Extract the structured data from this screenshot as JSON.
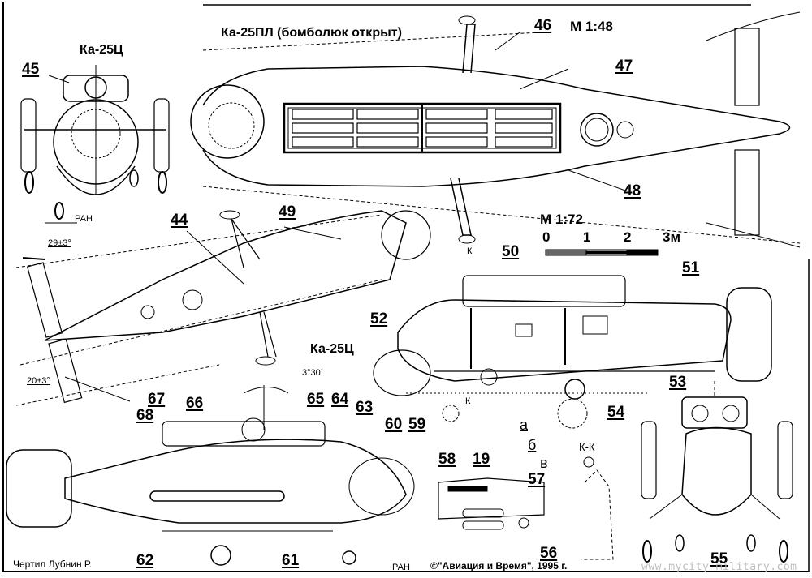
{
  "drawing": {
    "titles": {
      "main_top": "Ка-25ПЛ (бомболюк открыт)",
      "front_view_left": "Ка-25Ц",
      "plan_view_middle": "Ка-25Ц"
    },
    "scales": {
      "top_scale": "М 1:48",
      "bar_scale": "М 1:72",
      "bar_ticks": [
        "0",
        "1",
        "2",
        "3м"
      ]
    },
    "angles": {
      "upper_tail": "29±3°",
      "lower_tail": "20±3°",
      "rotor": "3°30´"
    },
    "section_marks": {
      "k_top": "К",
      "k_bottom": "К",
      "section_kk": "К-К",
      "pah_1": "РАН",
      "pah_2": "РАН"
    },
    "callouts": [
      "44",
      "45",
      "46",
      "47",
      "48",
      "49",
      "50",
      "51",
      "52",
      "53",
      "54",
      "55",
      "56",
      "57",
      "58",
      "19",
      "59",
      "60",
      "61",
      "62",
      "63",
      "64",
      "65",
      "66",
      "67",
      "68"
    ],
    "letters": [
      "а",
      "б",
      "в"
    ],
    "author": "Чертил Лубнин Р.",
    "copyright": "©\"Авиация и Время\", 1995 г.",
    "watermark": "www.mycity-military.com"
  }
}
